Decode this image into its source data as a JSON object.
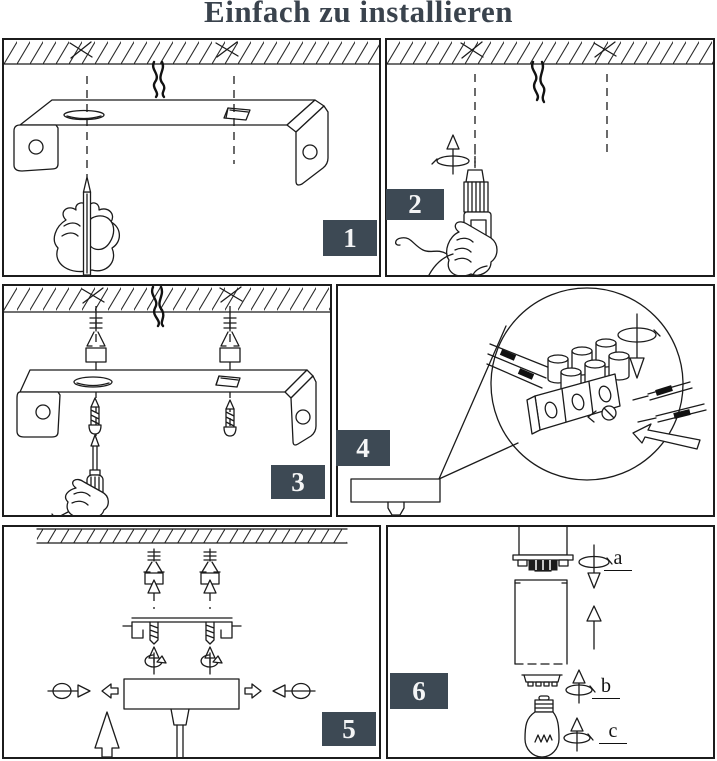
{
  "title": "Einfach zu installieren",
  "colors": {
    "badge_background": "#3d4954",
    "badge_text": "#f4f5f6",
    "title_text": "#3a434d",
    "line_art": "#1b1b1b",
    "background": "#ffffff"
  },
  "steps": [
    {
      "number": "1",
      "illustration": "hand-pencil-marking-ceiling-through-bracket-icon"
    },
    {
      "number": "2",
      "illustration": "hand-drill-making-ceiling-holes-icon"
    },
    {
      "number": "3",
      "illustration": "screwdriver-fixing-bracket-with-wall-anchors-icon"
    },
    {
      "number": "4",
      "illustration": "terminal-block-wiring-magnified-icon"
    },
    {
      "number": "5",
      "illustration": "canopy-mounting-to-bracket-icon"
    },
    {
      "number": "6",
      "illustration": "shade-ring-bulb-assembly-icon",
      "sub_labels": [
        "a",
        "b",
        "c"
      ]
    }
  ]
}
